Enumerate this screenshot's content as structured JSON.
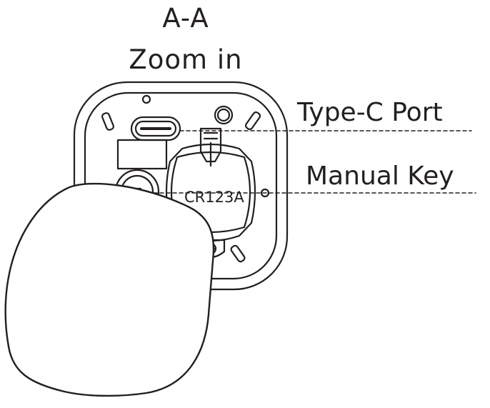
{
  "section_title": "A-A",
  "zoom_label": "Zoom in",
  "callouts": {
    "type_c_port": "Type-C Port",
    "manual_key": "Manual Key"
  },
  "battery_label": "CR123A",
  "colors": {
    "line": "#231f20",
    "background": "#ffffff"
  }
}
